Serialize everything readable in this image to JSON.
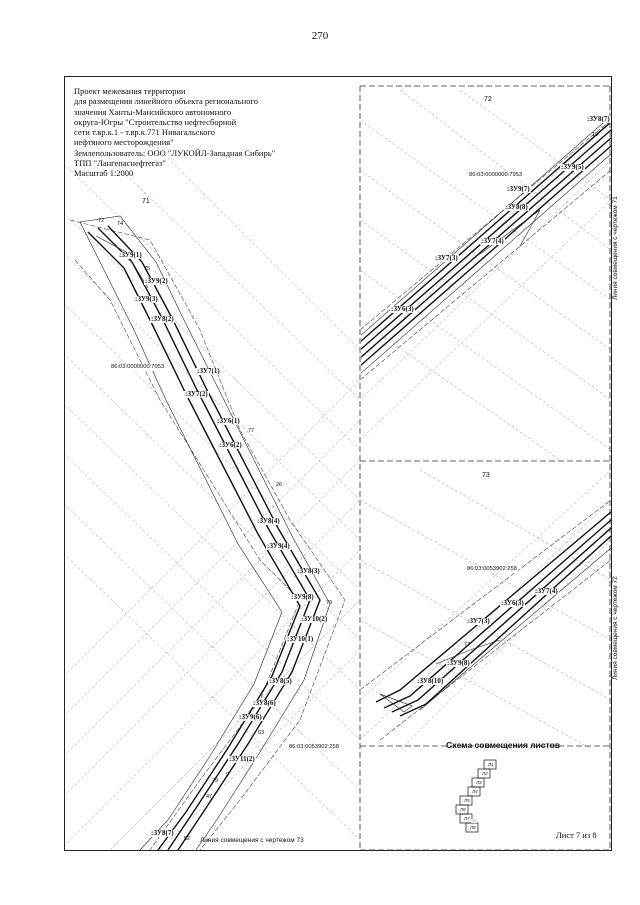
{
  "page_number": "270",
  "title_block": {
    "line1": "Проект межевания территории",
    "line2": "для размещения линейного объекта регионального",
    "line3": "значения Ханты-Мансийского автономного",
    "line4": "округа-Югры \"Строительство нефтесборной",
    "line5": "сети т.вр.к.1 - т.вр.к.771 Нивагальского",
    "line6": "нефтяного месторождения\"",
    "land_user": "Землепользователь: ООО \"ЛУКОЙЛ-Западная Сибирь\"",
    "tpp": "ТПП \"Лангепаснефтегаз\"",
    "scale": "Масштаб 1:2000"
  },
  "panels": {
    "left_id": "71",
    "top_right_id": "72",
    "bottom_right_id": "73"
  },
  "match_lines": {
    "bottom_left": "Линия совмещения с чертежом 73",
    "top_right_vertical": "Линия совмещения с чертежом 71",
    "bottom_right_vertical": "Линия совмещения с чертежом 72"
  },
  "left_labels": {
    "zu9_1": ":ЗУ9(1)",
    "zu9_2": ":ЗУ9(2)",
    "zu9_3": ":ЗУ9(3)",
    "zu8_2": ":ЗУ8(2)",
    "cad1": "86:03:0000000:7953",
    "zu7_1": ":ЗУ7(1)",
    "zu7_2": ":ЗУ7(2)",
    "zu6_1": ":ЗУ6(1)",
    "zu6_2": ":ЗУ6(2)",
    "zu8_4": ":ЗУ8(4)",
    "zu9_4": ":ЗУ9(4)",
    "zu8_3": ":ЗУ8(3)",
    "zu9_8": ":ЗУ9(8)",
    "zu10_2": ":ЗУ10(2)",
    "zu10_1": ":ЗУ10(1)",
    "zu8_5": ":ЗУ8(5)",
    "zu8_6": ":ЗУ8(6)",
    "zu9_6": ":ЗУ9(6)",
    "cad2": "86:03:0053902:258",
    "zu11_2": ":ЗУ11(2)",
    "zu8_7": ":ЗУ8(7)"
  },
  "left_points": {
    "p72": "72",
    "p74": "74",
    "p75": "75",
    "p77": "77",
    "p26": "26",
    "p79": "79",
    "p63": "63",
    "p52": "52",
    "p9": "9",
    "p47": "47",
    "p79b": "79"
  },
  "top_right_labels": {
    "zu8_7": ":ЗУ8(7)",
    "zu9_5": ":ЗУ9(5)",
    "cad": "86:03:0000000:7953",
    "zu9_7": ":ЗУ9(7)",
    "zu8_8": ":ЗУ8(8)",
    "zu7_4": ":ЗУ7(4)",
    "zu7_3": ":ЗУ7(3)",
    "zu6_3": ":ЗУ6(3)",
    "p19": "19"
  },
  "bottom_right_labels": {
    "cad": "86:03:0053902:258",
    "zu7_4": ":ЗУ7(4)",
    "zu6_3": ":ЗУ6(3)",
    "zu7_3": ":ЗУ7(3)",
    "zu9_8": ":ЗУ9(8)",
    "zu8_10": ":ЗУ8(10)",
    "p77": "77"
  },
  "scheme": {
    "title": "Схема совмещения листов",
    "sheets": [
      "Л1",
      "Л2",
      "Л3",
      "Л4",
      "Л5",
      "Л6",
      "Л7",
      "Л8"
    ]
  },
  "sheet_label": "Лист 7 из 8"
}
